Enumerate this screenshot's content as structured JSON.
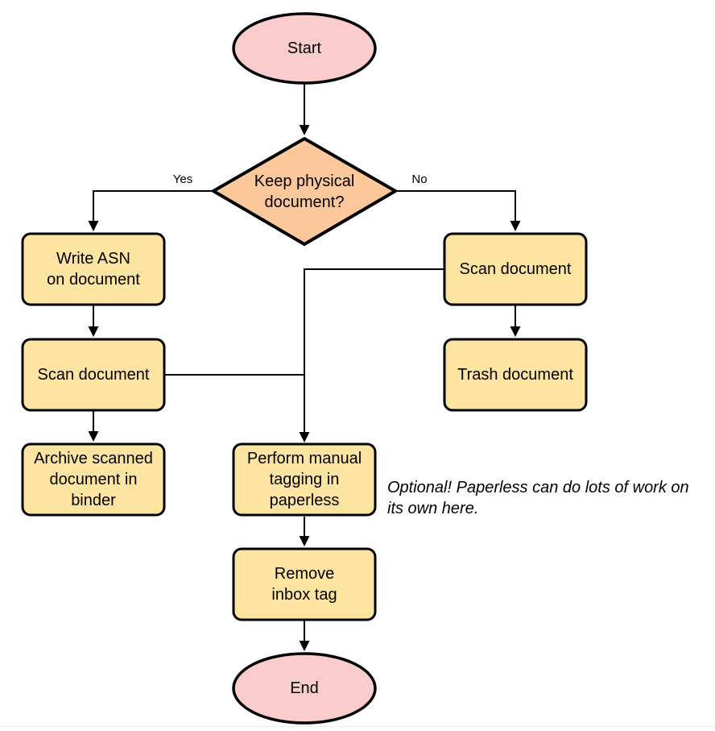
{
  "colors": {
    "terminator_fill": "#F8CDCB",
    "decision_fill": "#FBC79B",
    "process_fill": "#FDE4A0",
    "stroke": "#000000"
  },
  "nodes": {
    "start": "Start",
    "decision": "Keep physical\ndocument?",
    "write_asn": "Write ASN\non document",
    "scan_left": "Scan document",
    "archive": "Archive scanned\ndocument in\nbinder",
    "scan_right": "Scan document",
    "trash": "Trash document",
    "tagging": "Perform manual\ntagging in\npaperless",
    "remove_inbox": "Remove\ninbox tag",
    "end": "End"
  },
  "edge_labels": {
    "yes": "Yes",
    "no": "No"
  },
  "annotation": "Optional! Paperless can do lots of work on\nits own here."
}
